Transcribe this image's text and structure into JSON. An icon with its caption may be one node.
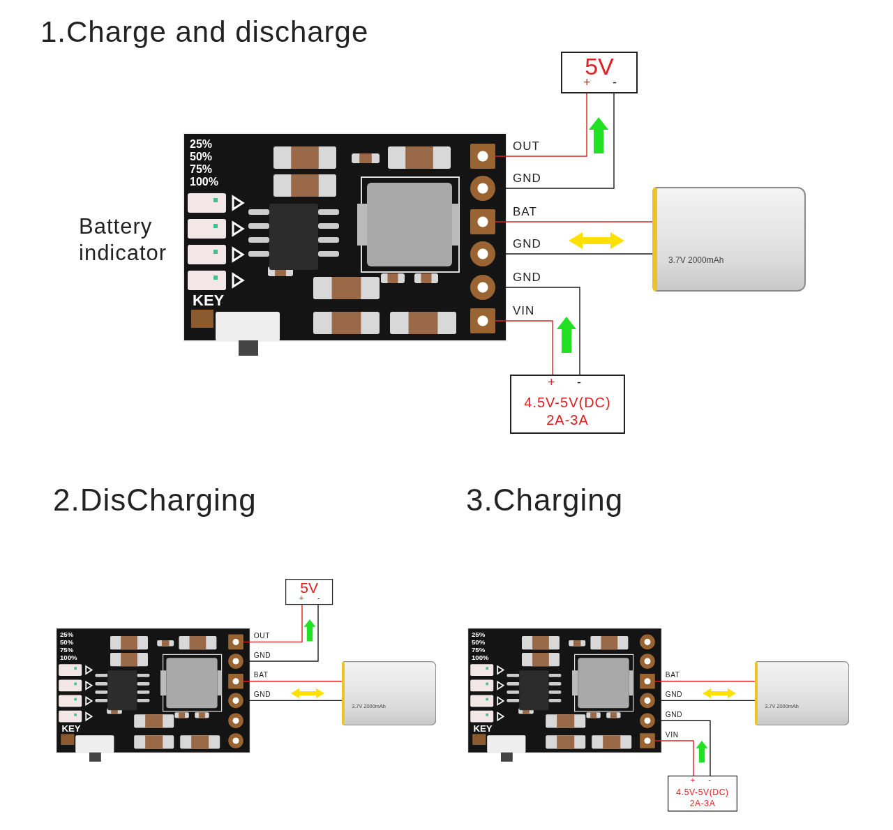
{
  "diagram": {
    "title": "1.Charge and discharge",
    "nodes": [
      {
        "text": [],
        "shape": "picture"
      },
      {
        "text": [
          "OUT"
        ],
        "in": 0
      },
      {
        "text": [
          "GND"
        ],
        "in": 0
      },
      {
        "text": [
          "BAT"
        ],
        "in": 0
      },
      {
        "text": [
          "GND"
        ],
        "in": 0
      },
      {
        "text": [
          "GND"
        ],
        "in": 0
      },
      {
        "text": [
          "VIN"
        ],
        "in": 0
      },
      {
        "text": [
          "5V",
          "+",
          "-"
        ]
      },
      {
        "text": [
          "3.7V 2000mAh"
        ]
      },
      {
        "text": [
          "+",
          "-",
          "4.5V-5V(DC) 2A-3A"
        ]
      },
      {
        "text": [],
        "shape": "picture"
      },
      {
        "text": [
          "OUT"
        ],
        "in": 10
      },
      {
        "text": [
          "GND"
        ],
        "in": 10
      },
      {
        "text": [
          "BAT"
        ],
        "in": 10
      },
      {
        "text": [
          "GND"
        ],
        "in": 10
      },
      {
        "text": [],
        "shape": "circle",
        "in": 10
      },
      {
        "text": [],
        "shape": "circle",
        "in": 10
      },
      {
        "text": [
          "5V",
          "+",
          "-"
        ]
      },
      {
        "text": [
          "3.7V 2000mAh"
        ]
      },
      {
        "text": [],
        "shape": "picture"
      },
      {
        "text": [],
        "shape": "circle",
        "in": 19
      },
      {
        "text": [],
        "shape": "circle",
        "in": 19
      },
      {
        "text": [
          "BAT"
        ],
        "in": 19
      },
      {
        "text": [
          "GND"
        ],
        "in": 19
      },
      {
        "text": [
          "GND"
        ],
        "in": 19
      },
      {
        "text": [
          "VIN"
        ],
        "in": 19
      },
      {
        "text": [
          "3.7V 2000mAh"
        ]
      },
      {
        "text": [
          "+",
          "-",
          "4.5V-5V(DC) 2A-3A"
        ]
      }
    ],
    "edges": [
      {
        "from": 1,
        "to": 7,
        "arrow": "none",
        "color": "#e02020"
      },
      {
        "from": 2,
        "to": 7,
        "arrow": "none",
        "color": "#1a1a1a"
      },
      {
        "from": 3,
        "to": 8,
        "arrow": "none",
        "color": "#e02020"
      },
      {
        "from": 4,
        "to": 8,
        "arrow": "none",
        "color": "#1a1a1a"
      },
      {
        "from": 5,
        "to": 9,
        "arrow": "none",
        "color": "#1a1a1a"
      },
      {
        "from": 6,
        "to": 9,
        "arrow": "none",
        "color": "#e02020"
      },
      {
        "from": 11,
        "to": 17,
        "arrow": "none",
        "color": "#e02020"
      },
      {
        "from": 12,
        "to": 17,
        "arrow": "none",
        "color": "#1a1a1a"
      },
      {
        "from": 13,
        "to": 18,
        "arrow": "none",
        "color": "#e02020"
      },
      {
        "from": 14,
        "to": 18,
        "arrow": "none",
        "color": "#1a1a1a"
      },
      {
        "from": 22,
        "to": 26,
        "arrow": "none",
        "color": "#e02020"
      },
      {
        "from": 23,
        "to": 26,
        "arrow": "none",
        "color": "#1a1a1a"
      },
      {
        "from": 24,
        "to": 27,
        "arrow": "none",
        "color": "#1a1a1a"
      },
      {
        "from": 25,
        "to": 27,
        "arrow": "none",
        "color": "#e02020"
      }
    ],
    "labels": [
      "25%",
      "50%",
      "75%",
      "100%",
      "Battery indicator",
      "KEY",
      "2.DisCharging",
      "3.Charging",
      "25%",
      "50%",
      "75%",
      "100%",
      "KEY",
      "25%",
      "50%",
      "75%",
      "100%",
      "KEY"
    ]
  }
}
